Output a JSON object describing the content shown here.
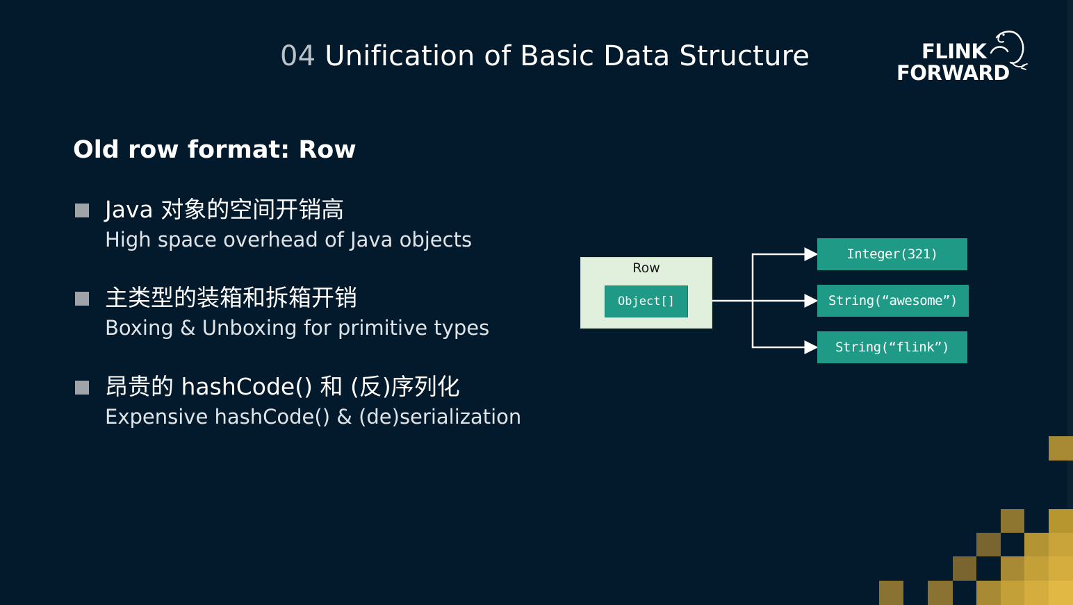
{
  "slide": {
    "title_number": "04",
    "title_text": "Unification of Basic Data Structure",
    "logo": {
      "line1": "FLINK",
      "line2": "FORWARD"
    },
    "subtitle": "Old row format: Row",
    "bullets": [
      {
        "cn": "Java 对象的空间开销高",
        "en": "High space overhead of Java objects"
      },
      {
        "cn": "主类型的装箱和拆箱开销",
        "en": "Boxing & Unboxing for primitive types"
      },
      {
        "cn": "昂贵的 hashCode() 和 (反)序列化",
        "en": "Expensive hashCode() & (de)serialization"
      }
    ],
    "diagram": {
      "row_label": "Row",
      "object_label": "Object[]",
      "targets": [
        "Integer(321)",
        "String(“awesome”)",
        "String(“flink”)"
      ]
    }
  },
  "colors": {
    "background": "#031a2c",
    "teal": "#1e9a86",
    "row_box": "#e1f0dd",
    "gold": "#c9a43a"
  },
  "icons": {
    "logo_icon": "squirrel-icon",
    "bullet_icon": "square-bullet-icon"
  }
}
